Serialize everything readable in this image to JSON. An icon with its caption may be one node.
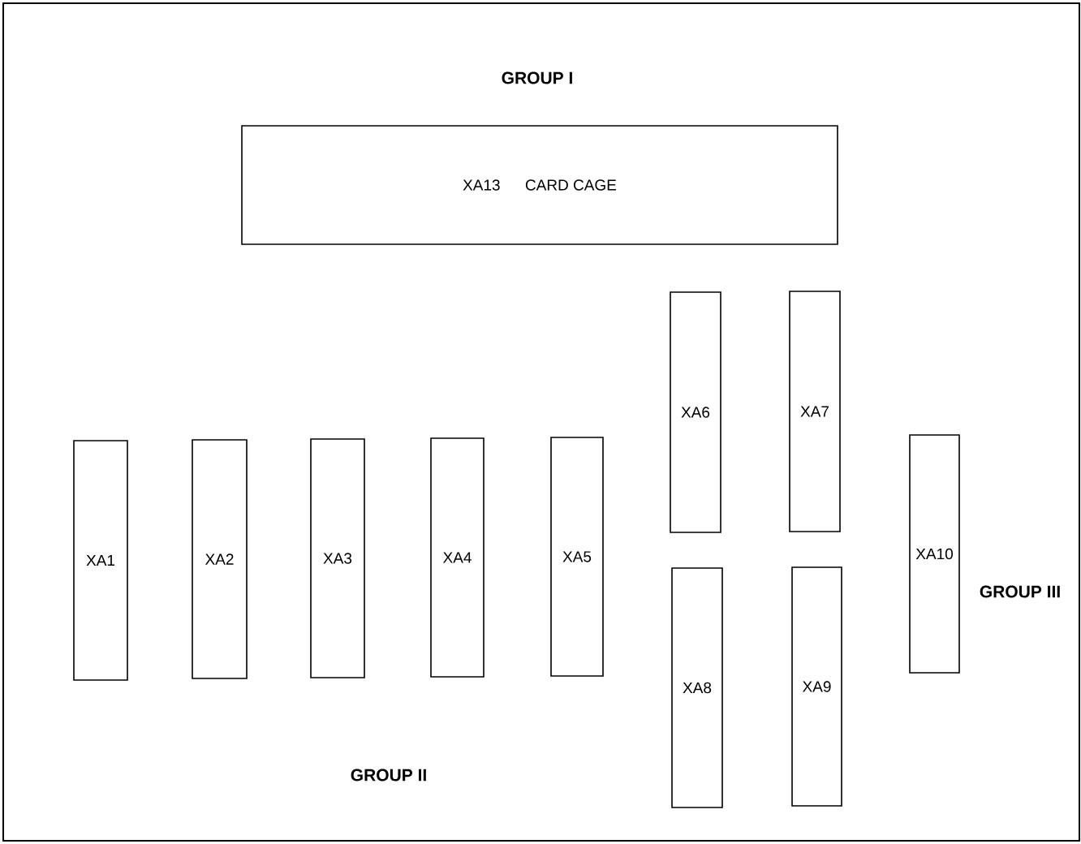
{
  "diagram": {
    "nodes": [
      {
        "text": [
          "XA13",
          "CARD CAGE"
        ]
      },
      {
        "text": [
          "XA1"
        ]
      },
      {
        "text": [
          "XA2"
        ]
      },
      {
        "text": [
          "XA3"
        ]
      },
      {
        "text": [
          "XA4"
        ]
      },
      {
        "text": [
          "XA5"
        ]
      },
      {
        "text": [
          "XA6"
        ]
      },
      {
        "text": [
          "XA7"
        ]
      },
      {
        "text": [
          "XA8"
        ]
      },
      {
        "text": [
          "XA9"
        ]
      },
      {
        "text": [
          "XA10"
        ]
      }
    ],
    "labels": [
      "GROUP I",
      "GROUP III",
      "GROUP II"
    ]
  }
}
